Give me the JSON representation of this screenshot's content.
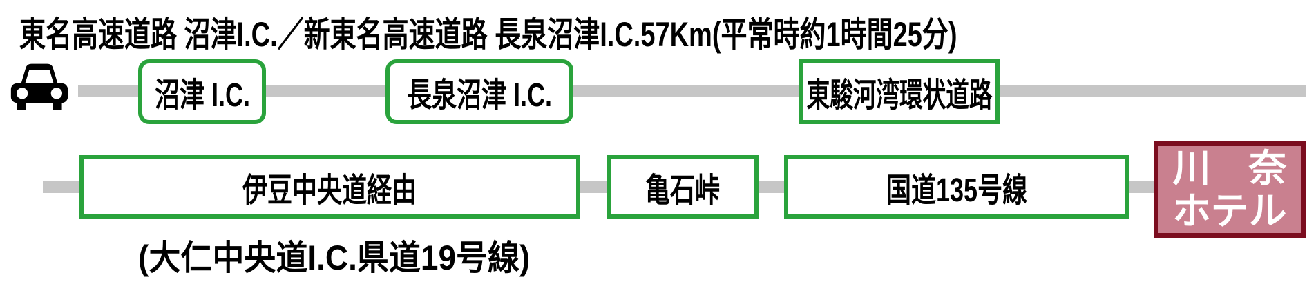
{
  "title": "東名高速道路 沼津I.C.／新東名高速道路 長泉沼津I.C.57Km(平常時約1時間25分)",
  "icons": {
    "car": "car-front"
  },
  "colors": {
    "box_border_green": "#2aa33c",
    "route_line_gray": "#c6c6c6",
    "hotel_border_maroon": "#7b0d1f",
    "hotel_fill_rose": "#c9808f",
    "hotel_text": "#ffffff"
  },
  "route_rows": [
    {
      "stops": [
        {
          "label": "沼津 I.C."
        },
        {
          "label": "長泉沼津 I.C."
        },
        {
          "label": "東駿河湾環状道路"
        }
      ]
    },
    {
      "stops": [
        {
          "label": "伊豆中央道経由"
        },
        {
          "label": "亀石峠"
        },
        {
          "label": "国道135号線"
        }
      ],
      "note": "(大仁中央道I.C.県道19号線)"
    }
  ],
  "destination": {
    "name": "川奈ホテル",
    "line1": "川　奈",
    "line2": "ホテル"
  }
}
